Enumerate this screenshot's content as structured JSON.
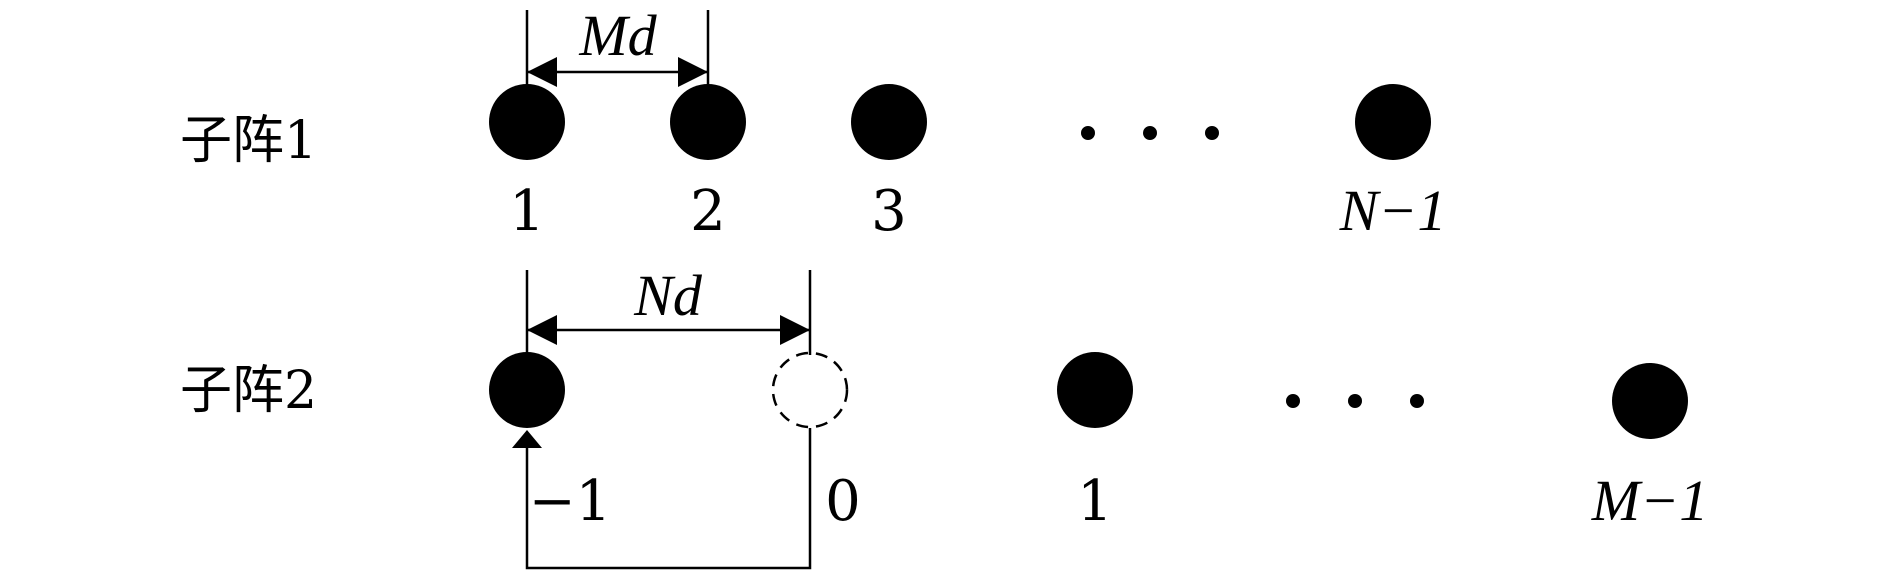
{
  "subarray1": {
    "title": "子阵1",
    "spacing_label": "Md",
    "element_labels": [
      "1",
      "2",
      "3",
      "N−1"
    ],
    "ellipsis": "• • •"
  },
  "subarray2": {
    "title": "子阵2",
    "spacing_label": "Nd",
    "element_labels": [
      "−1",
      "0",
      "1",
      "M−1"
    ],
    "ellipsis": "• • •"
  }
}
